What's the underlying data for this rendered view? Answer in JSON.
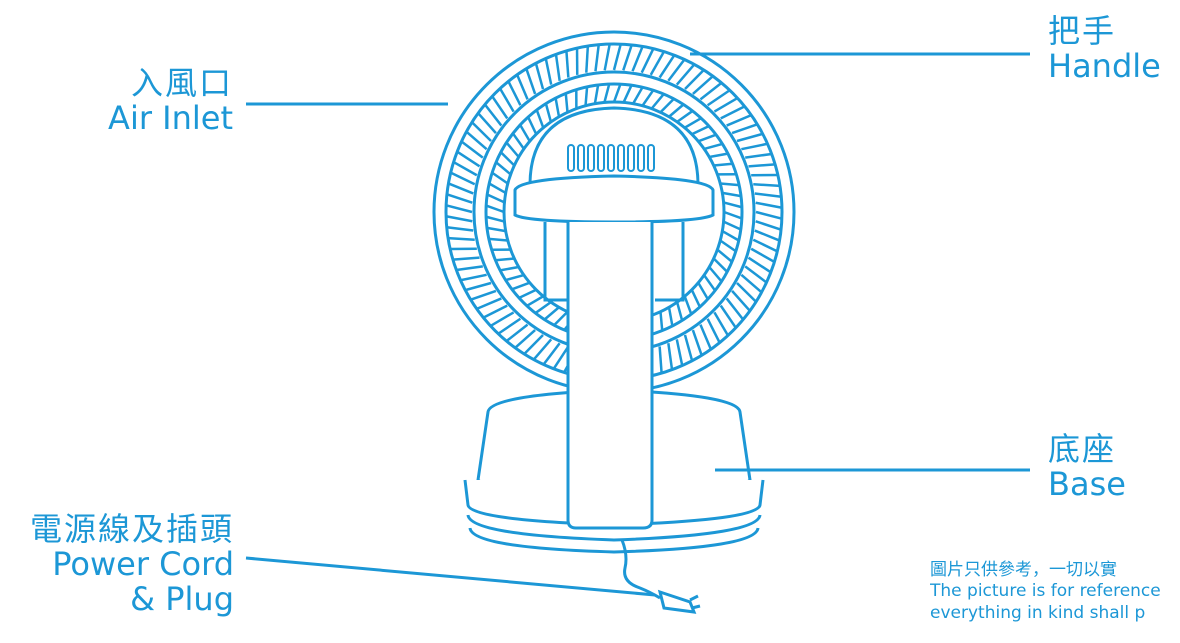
{
  "colors": {
    "accent": "#1c97d6",
    "background": "#ffffff"
  },
  "labels": {
    "air_inlet": {
      "zh": "入風口",
      "en": "Air Inlet"
    },
    "handle": {
      "zh": "把手",
      "en": "Handle"
    },
    "base": {
      "zh": "底座",
      "en": "Base"
    },
    "power_cord": {
      "zh": "電源線及插頭",
      "en_line1": "Power Cord",
      "en_line2": "& Plug"
    }
  },
  "note": {
    "line1": "圖片只供參考，一切以實",
    "line2": "The picture is for reference",
    "line3": "everything in kind shall p"
  }
}
